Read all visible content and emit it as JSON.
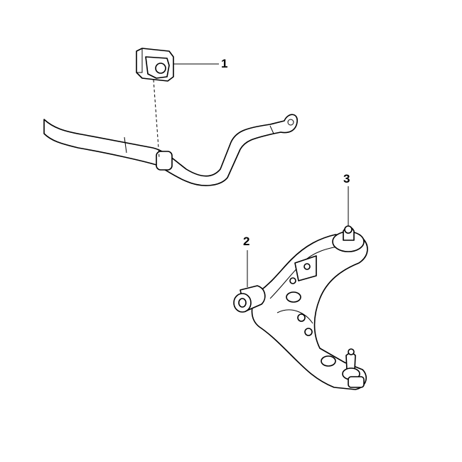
{
  "callouts": [
    {
      "number": "1",
      "part": "stabilizer-bar-bushing"
    },
    {
      "number": "2",
      "part": "control-arm-bushing"
    },
    {
      "number": "3",
      "part": "ball-joint"
    }
  ]
}
